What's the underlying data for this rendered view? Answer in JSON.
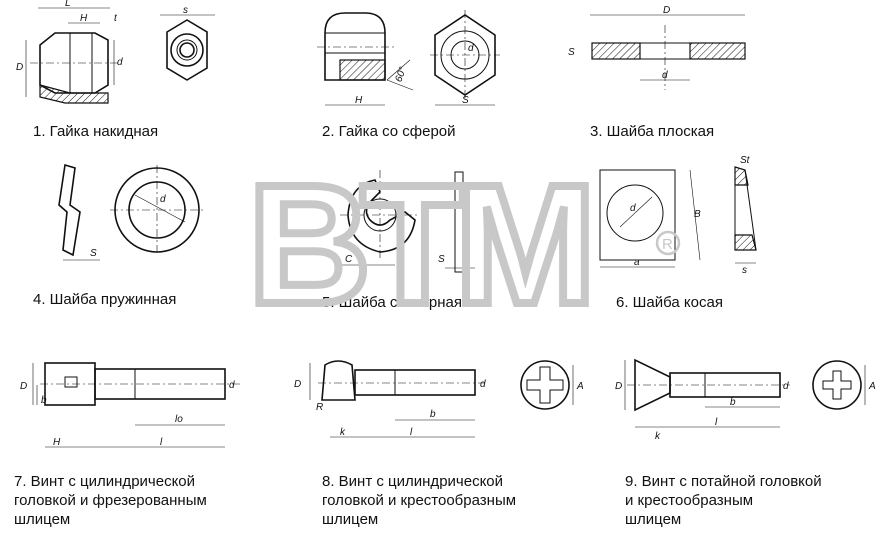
{
  "watermark": {
    "text": "BTM",
    "registered": "R"
  },
  "items": [
    {
      "caption": "1. Гайка накидная",
      "labels": [
        "L",
        "H",
        "t",
        "s",
        "D",
        "d"
      ]
    },
    {
      "caption": "2. Гайка со сферой",
      "labels": [
        "H",
        "S",
        "60°",
        "d"
      ]
    },
    {
      "caption": "3. Шайба плоская",
      "labels": [
        "D",
        "S",
        "d"
      ]
    },
    {
      "caption": "4. Шайба пружинная",
      "labels": [
        "d",
        "S"
      ]
    },
    {
      "caption": "5. Шайба стопорная",
      "labels": [
        "C",
        "S"
      ]
    },
    {
      "caption": "6. Шайба косая",
      "labels": [
        "St",
        "B",
        "a",
        "s",
        "d"
      ]
    },
    {
      "caption": "7. Винт с цилиндрической\nголовкой и фрезерованным\nшлицем",
      "labels": [
        "D",
        "b",
        "H",
        "lo",
        "l",
        "d"
      ]
    },
    {
      "caption": "8. Винт с цилиндрической\nголовкой и крестообразным\nшлицем",
      "labels": [
        "D",
        "R",
        "k",
        "b",
        "l",
        "d",
        "A"
      ]
    },
    {
      "caption": "9. Винт с потайной головкой\nи крестообразным\nшлицем",
      "labels": [
        "D",
        "k",
        "b",
        "l",
        "d",
        "A"
      ]
    }
  ]
}
